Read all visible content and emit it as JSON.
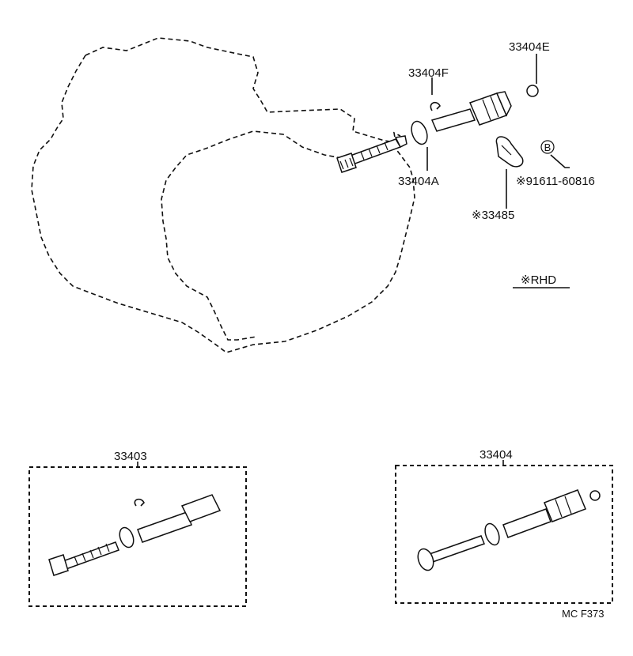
{
  "diagram": {
    "part_labels": {
      "p33404E": "33404E",
      "p33404F": "33404F",
      "p33404A": "33404A",
      "p91611": "※91611-60816",
      "p33485": "※33485",
      "rhd": "※RHD",
      "bolt_mark": "B",
      "p33403": "33403",
      "p33404": "33404"
    },
    "figure_code": "MC F373"
  }
}
